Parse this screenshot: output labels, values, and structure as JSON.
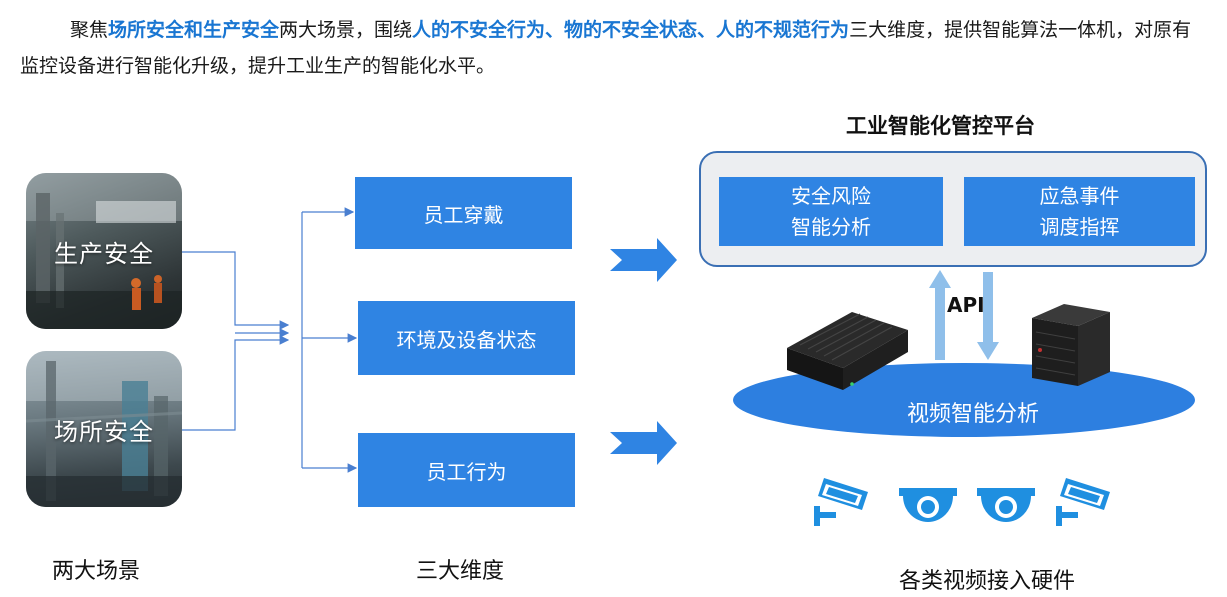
{
  "intro": {
    "p1": "聚焦",
    "h1": "场所安全和生产安全",
    "p2": "两大场景，围绕",
    "h2": "人的不安全行为、物的不安全状态、人的不规范行为",
    "p3": "三大维度，提供智能算法一体机，对原有监控设备进行智能化升级，提升工业生产的智能化水平。"
  },
  "scenes": [
    {
      "label": "生产安全"
    },
    {
      "label": "场所安全"
    }
  ],
  "dimensions": [
    {
      "label": "员工穿戴"
    },
    {
      "label": "环境及设备状态"
    },
    {
      "label": "员工行为"
    }
  ],
  "captions": {
    "scenes": "两大场景",
    "dimensions": "三大维度",
    "hardware": "各类视频接入硬件"
  },
  "platform": {
    "title": "工业智能化管控平台",
    "modules": [
      {
        "line1": "安全风险",
        "line2": "智能分析"
      },
      {
        "line1": "应急事件",
        "line2": "调度指挥"
      }
    ]
  },
  "api_label": "API",
  "video_analysis_label": "视频智能分析",
  "colors": {
    "accent_blue": "#2f84e3",
    "highlight_text": "#1976d2",
    "platform_border": "#3a6fb4",
    "ellipse": "#2d7fe0",
    "camera_icon": "#1f8fe0",
    "up_arrow": "#8fbfea"
  },
  "icons": [
    "dome-camera-icon",
    "bullet-camera-icon"
  ]
}
